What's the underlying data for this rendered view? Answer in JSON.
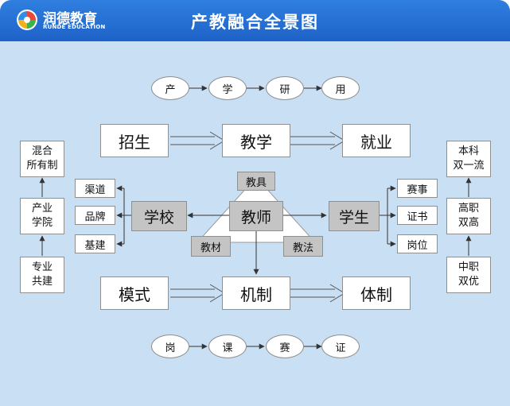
{
  "header": {
    "logo_cn": "润德教育",
    "logo_en": "RUNDE EDUCATION",
    "title": "产教融合全景图"
  },
  "diagram": {
    "top_chain": [
      "产",
      "学",
      "研",
      "用"
    ],
    "bottom_chain": [
      "岗",
      "课",
      "赛",
      "证"
    ],
    "row1": [
      "招生",
      "教学",
      "就业"
    ],
    "row3": [
      "模式",
      "机制",
      "体制"
    ],
    "center": "教师",
    "left_hub": "学校",
    "right_hub": "学生",
    "center_tags": {
      "top": "教具",
      "left": "教材",
      "right": "教法"
    },
    "left_branches": [
      "渠道",
      "品牌",
      "基建"
    ],
    "right_branches": [
      "赛事",
      "证书",
      "岗位"
    ],
    "left_column": [
      "混合\n所有制",
      "产业\n学院",
      "专业\n共建"
    ],
    "right_column": [
      "本科\n双一流",
      "高职\n双高",
      "中职\n双优"
    ],
    "colors": {
      "header": "#1e62c8",
      "background": "#c9dff4",
      "highlight": "#c4c4c4"
    }
  }
}
